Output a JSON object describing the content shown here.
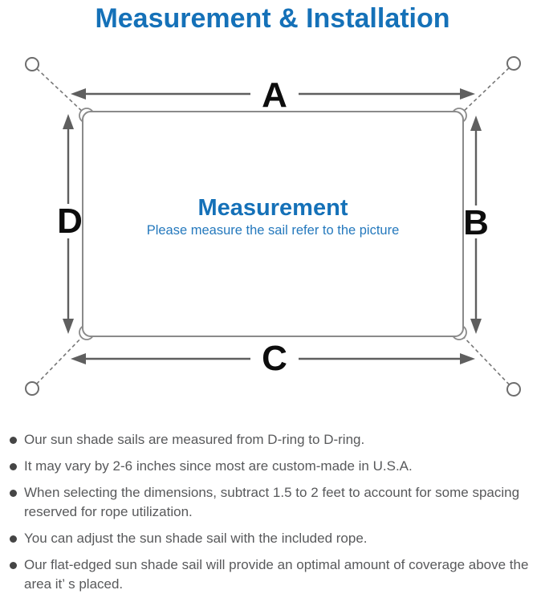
{
  "title": "Measurement & Installation",
  "diagram": {
    "center_title": "Measurement",
    "center_subtitle": "Please measure the sail refer to the picture",
    "labels": {
      "top": "A",
      "right": "B",
      "bottom": "C",
      "left": "D"
    },
    "icons": {
      "anchor_ring": "anchor-ring-icon",
      "d_ring": "d-ring-icon",
      "dashed_rope": "rope-dashed-line",
      "dimension_arrow": "dimension-arrow"
    }
  },
  "colors": {
    "accent_blue": "#1571b8",
    "subtitle_blue": "#2579bd",
    "line_gray": "#8a8a8a",
    "arrow_gray": "#5f5f5f",
    "text_gray": "#58595b",
    "label_black": "#0d0d0d"
  },
  "notes": [
    "Our sun shade sails are measured from D-ring to D-ring.",
    "It may vary by 2-6 inches since most are custom-made in U.S.A.",
    "When selecting the dimensions, subtract 1.5 to 2 feet to account for some spacing reserved for rope utilization.",
    "You can adjust the sun shade sail with the included rope.",
    "Our flat-edged sun shade sail will provide an optimal amount of coverage above the area it’ s placed."
  ]
}
